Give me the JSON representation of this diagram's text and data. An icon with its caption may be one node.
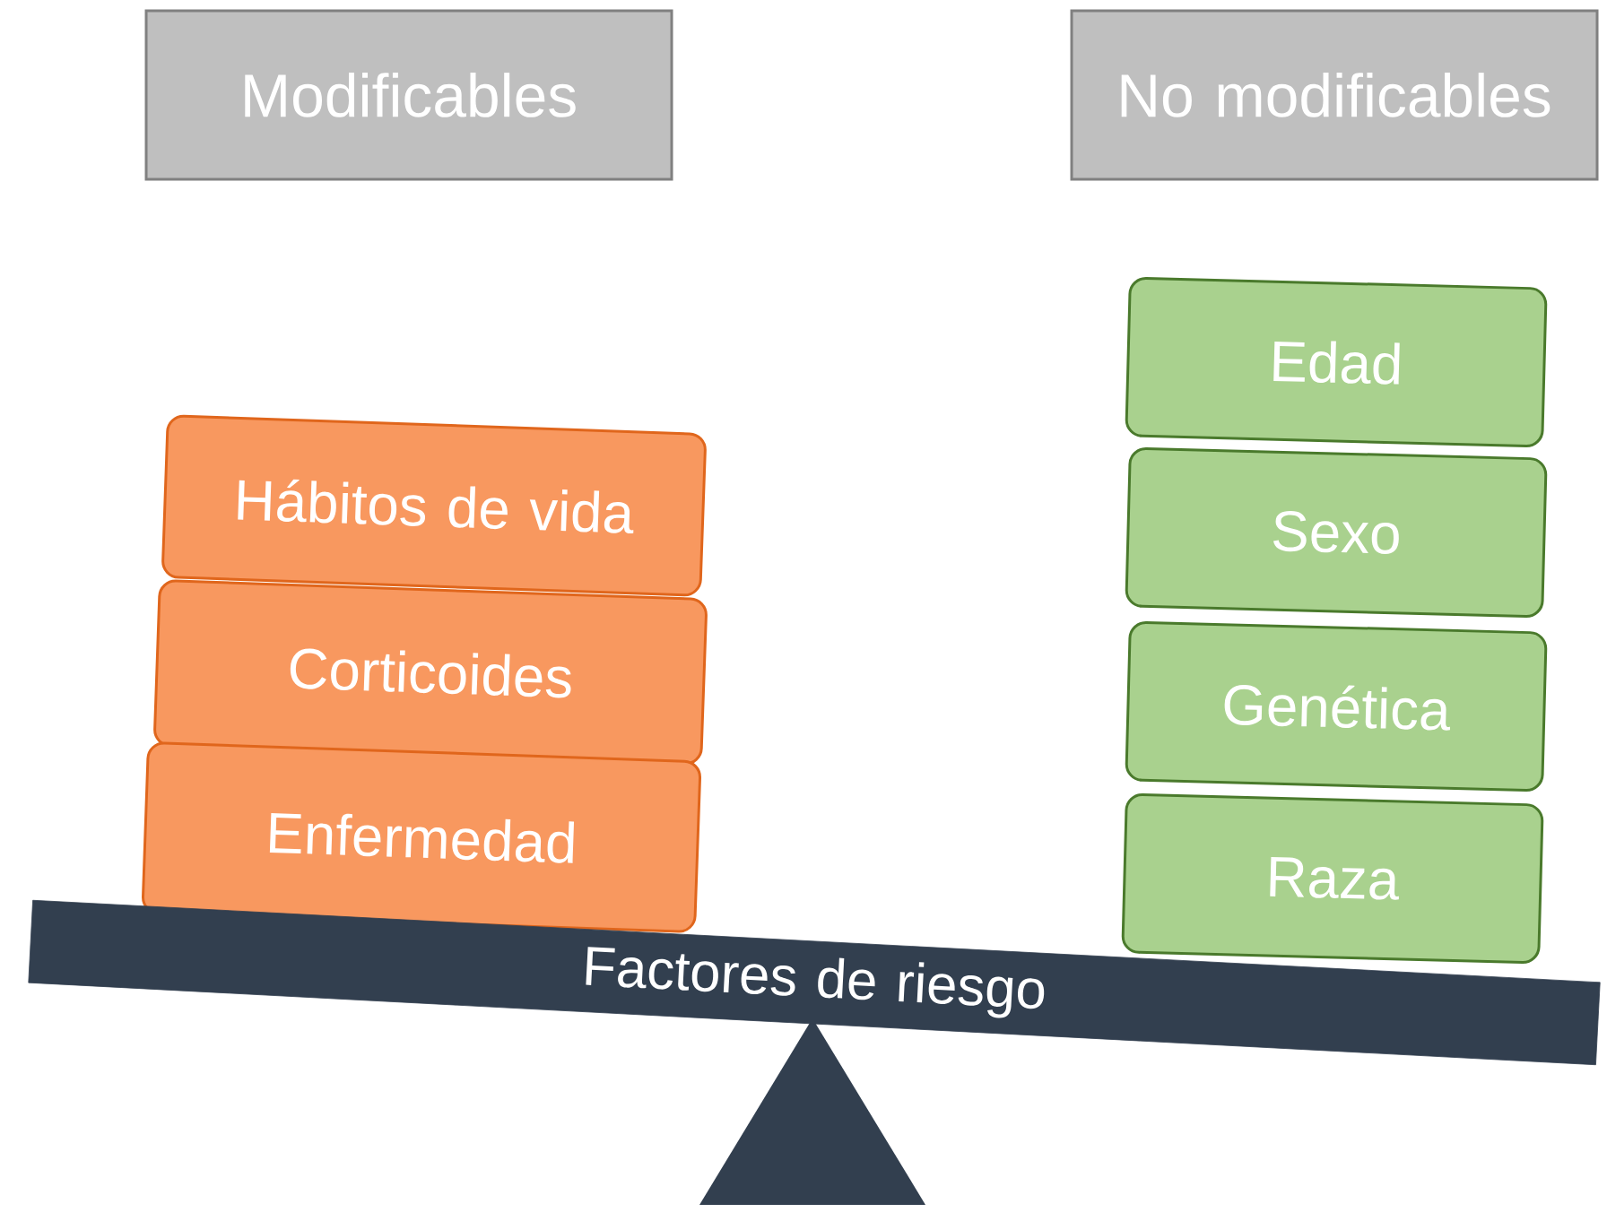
{
  "diagram": {
    "nodes": [
      {
        "text": [
          "Modificables"
        ]
      },
      {
        "text": [
          "No modificables"
        ]
      },
      {
        "text": [
          "Hábitos de vida"
        ]
      },
      {
        "text": [
          "Corticoides"
        ]
      },
      {
        "text": [
          "Enfermedad"
        ]
      },
      {
        "text": [
          "Edad"
        ]
      },
      {
        "text": [
          "Sexo"
        ]
      },
      {
        "text": [
          "Genética"
        ]
      },
      {
        "text": [
          "Raza"
        ]
      },
      {
        "text": [
          "Factores de riesgo"
        ]
      }
    ]
  }
}
